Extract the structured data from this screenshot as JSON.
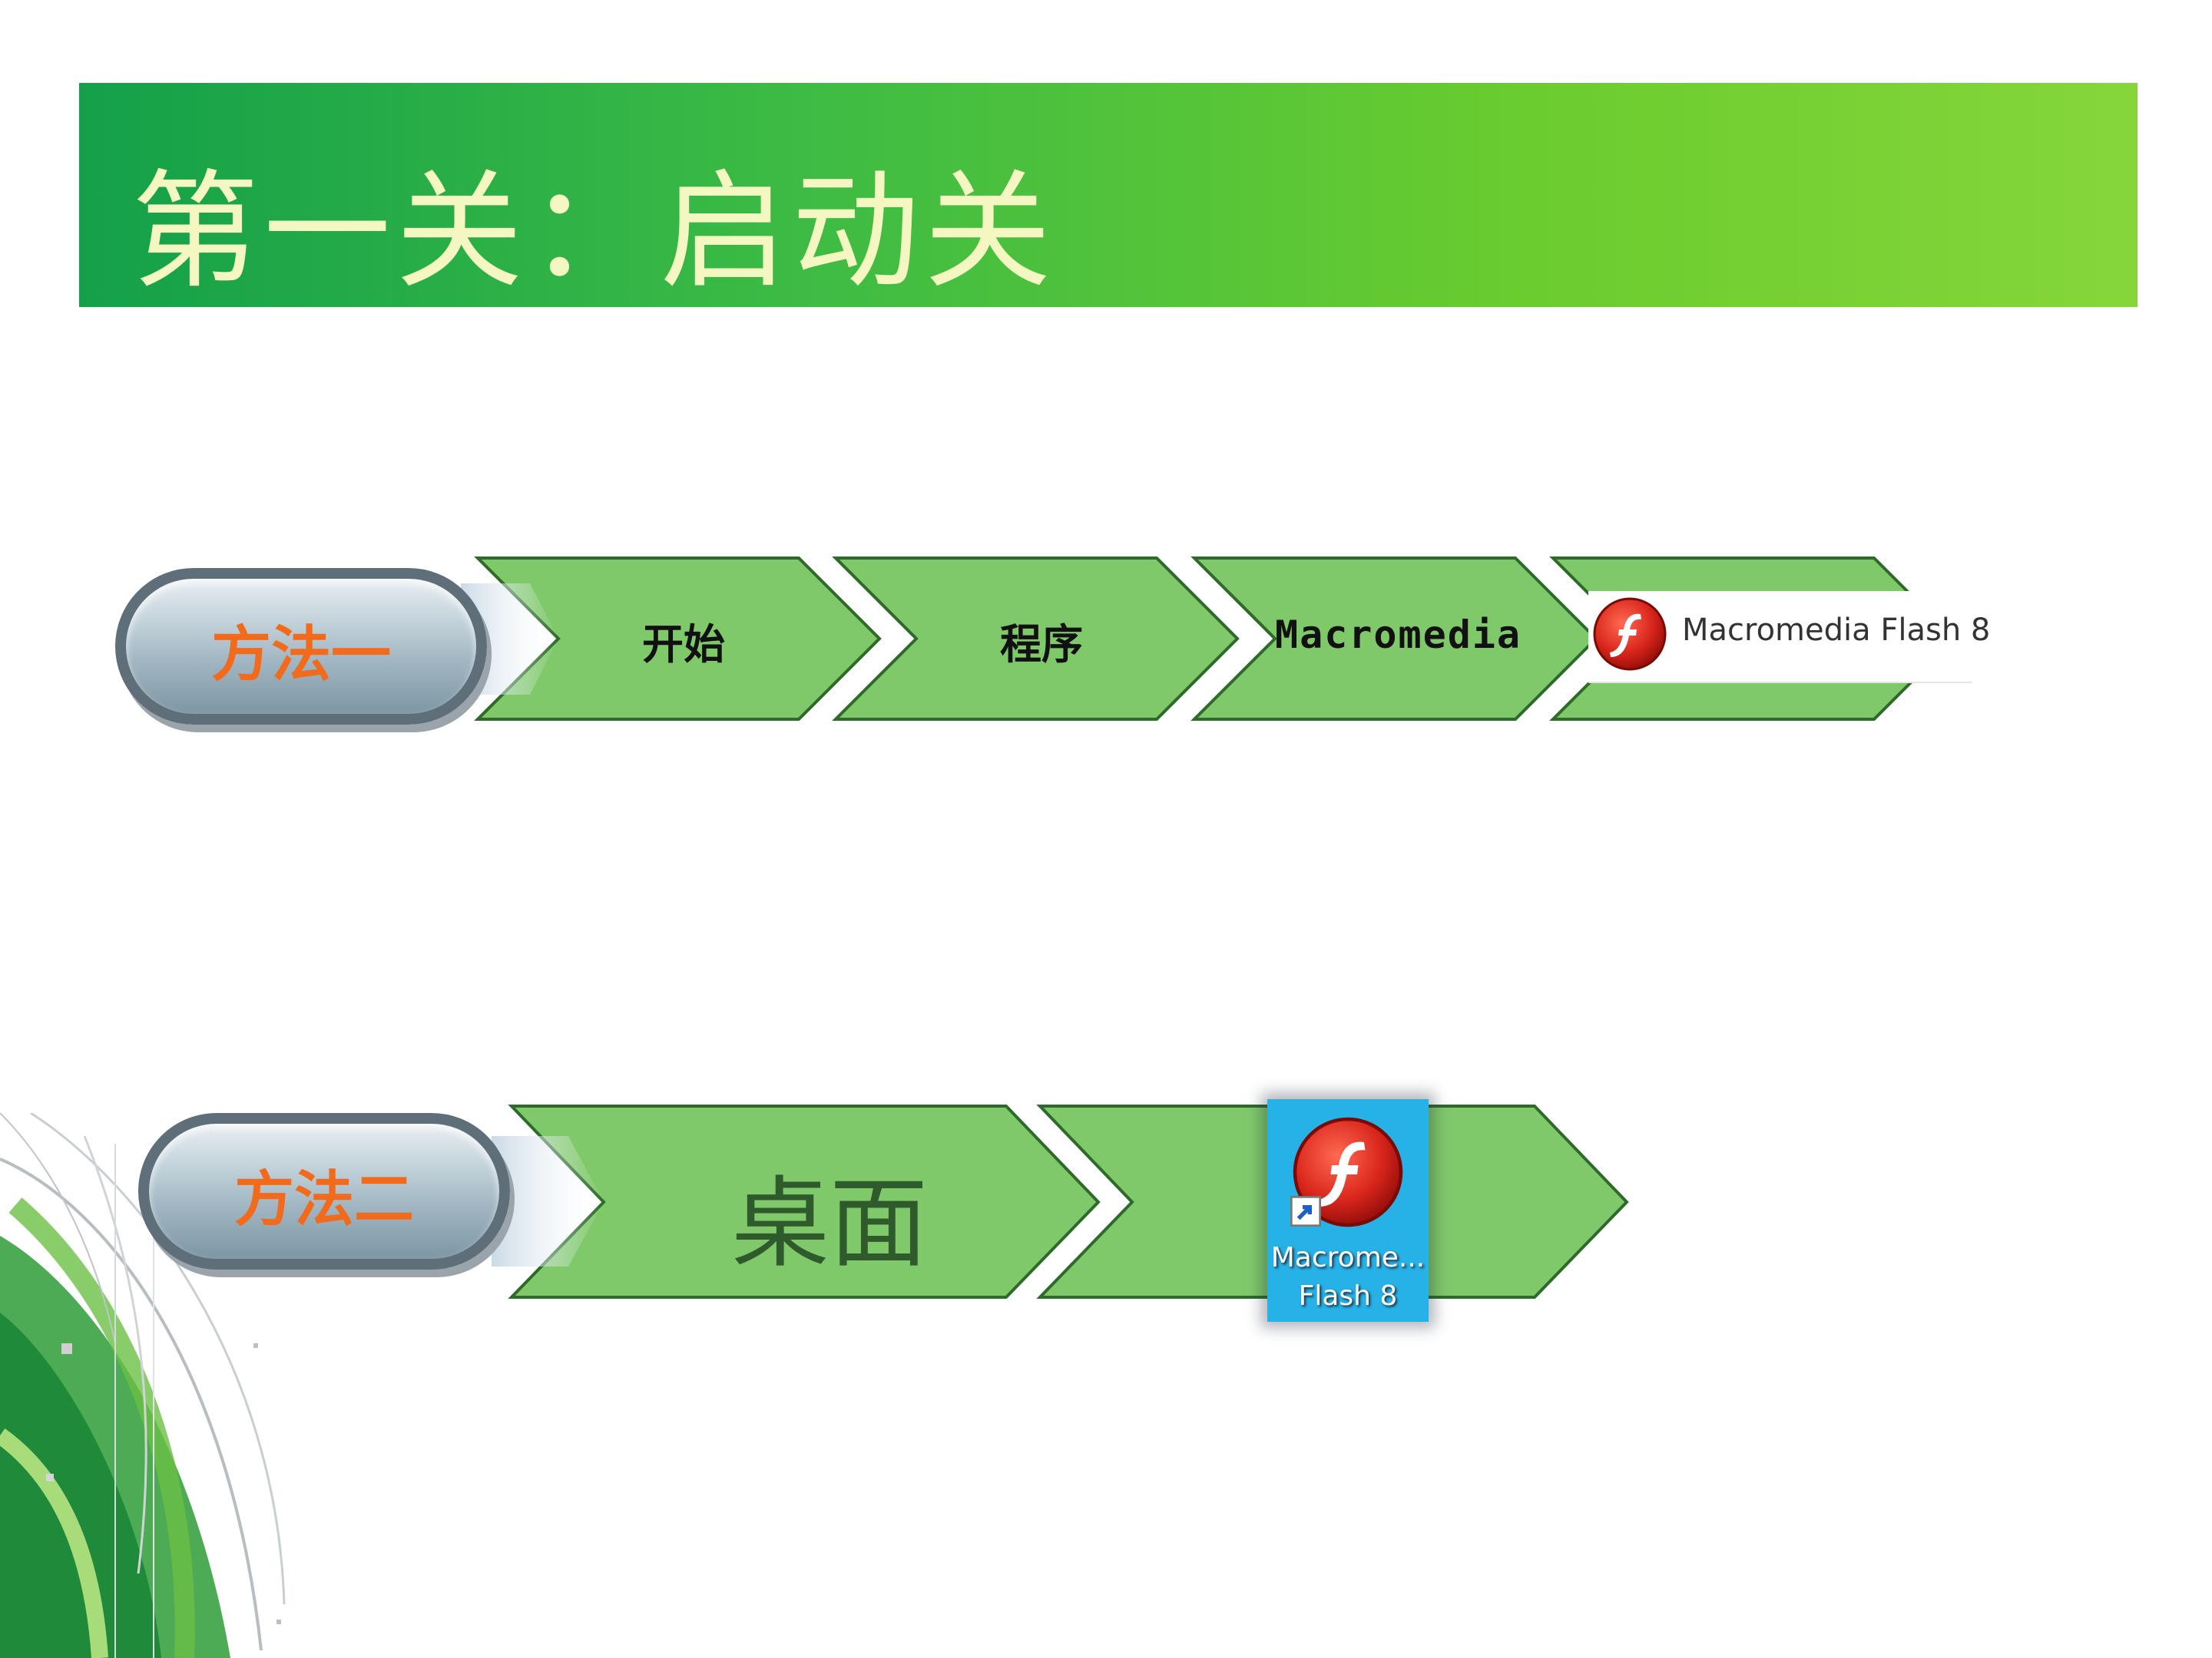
{
  "slide": {
    "title": "第一关：启动关"
  },
  "method1": {
    "label": "方法一",
    "steps": [
      "开始",
      "程序",
      "Macromedia"
    ],
    "menu_item": {
      "icon": "flash-icon",
      "text": "Macromedia Flash 8"
    }
  },
  "method2": {
    "label": "方法二",
    "steps": [
      "桌面"
    ],
    "desktop_icon": {
      "icon": "flash-icon",
      "line1": "Macrome...",
      "line2": "Flash 8"
    }
  },
  "colors": {
    "banner_start": "#14a04a",
    "banner_end": "#86d63a",
    "title_text": "#f4f7c2",
    "arrow_fill": "#80c96b",
    "arrow_stroke": "#2e6b2a",
    "method_label": "#f26b1d",
    "flash_red": "#d9261c",
    "desktop_blue": "#27b2e7"
  }
}
